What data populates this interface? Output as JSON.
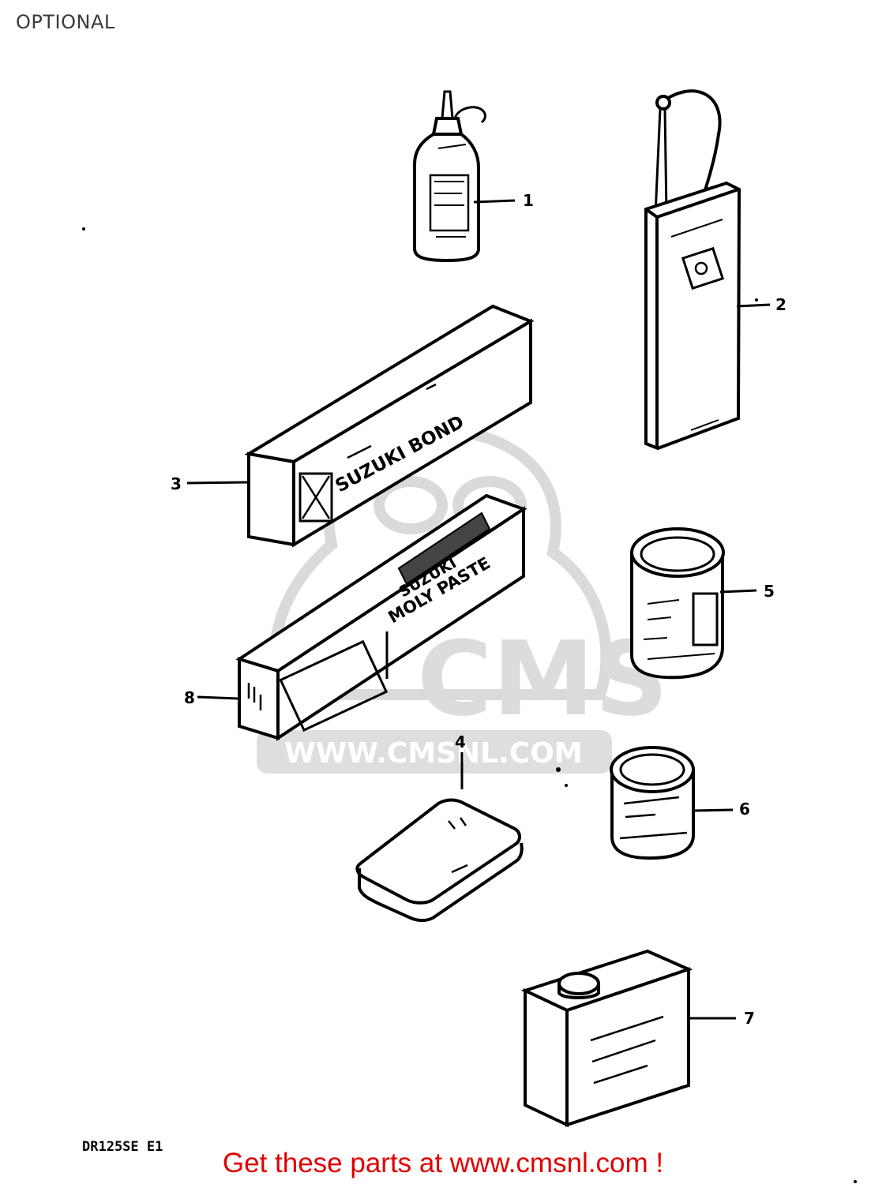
{
  "header": {
    "title": "OPTIONAL"
  },
  "callouts": {
    "c1": "1",
    "c2": "2",
    "c3": "3",
    "c4": "4",
    "c5": "5",
    "c6": "6",
    "c7": "7",
    "c8": "8"
  },
  "labels": {
    "item3_brand": "SUZUKI BOND",
    "item8_brand": "SUZUKI",
    "item8_product": "MOLY PASTE"
  },
  "watermark": {
    "logo": "CMS",
    "url": "WWW.CMSNL.COM"
  },
  "footer": {
    "model_code": "DR125SE E1",
    "link_text": "Get these parts at www.cmsnl.com !"
  },
  "colors": {
    "line": "#000000",
    "watermark": "#d9d9d9",
    "footer_link": "#e00000"
  }
}
